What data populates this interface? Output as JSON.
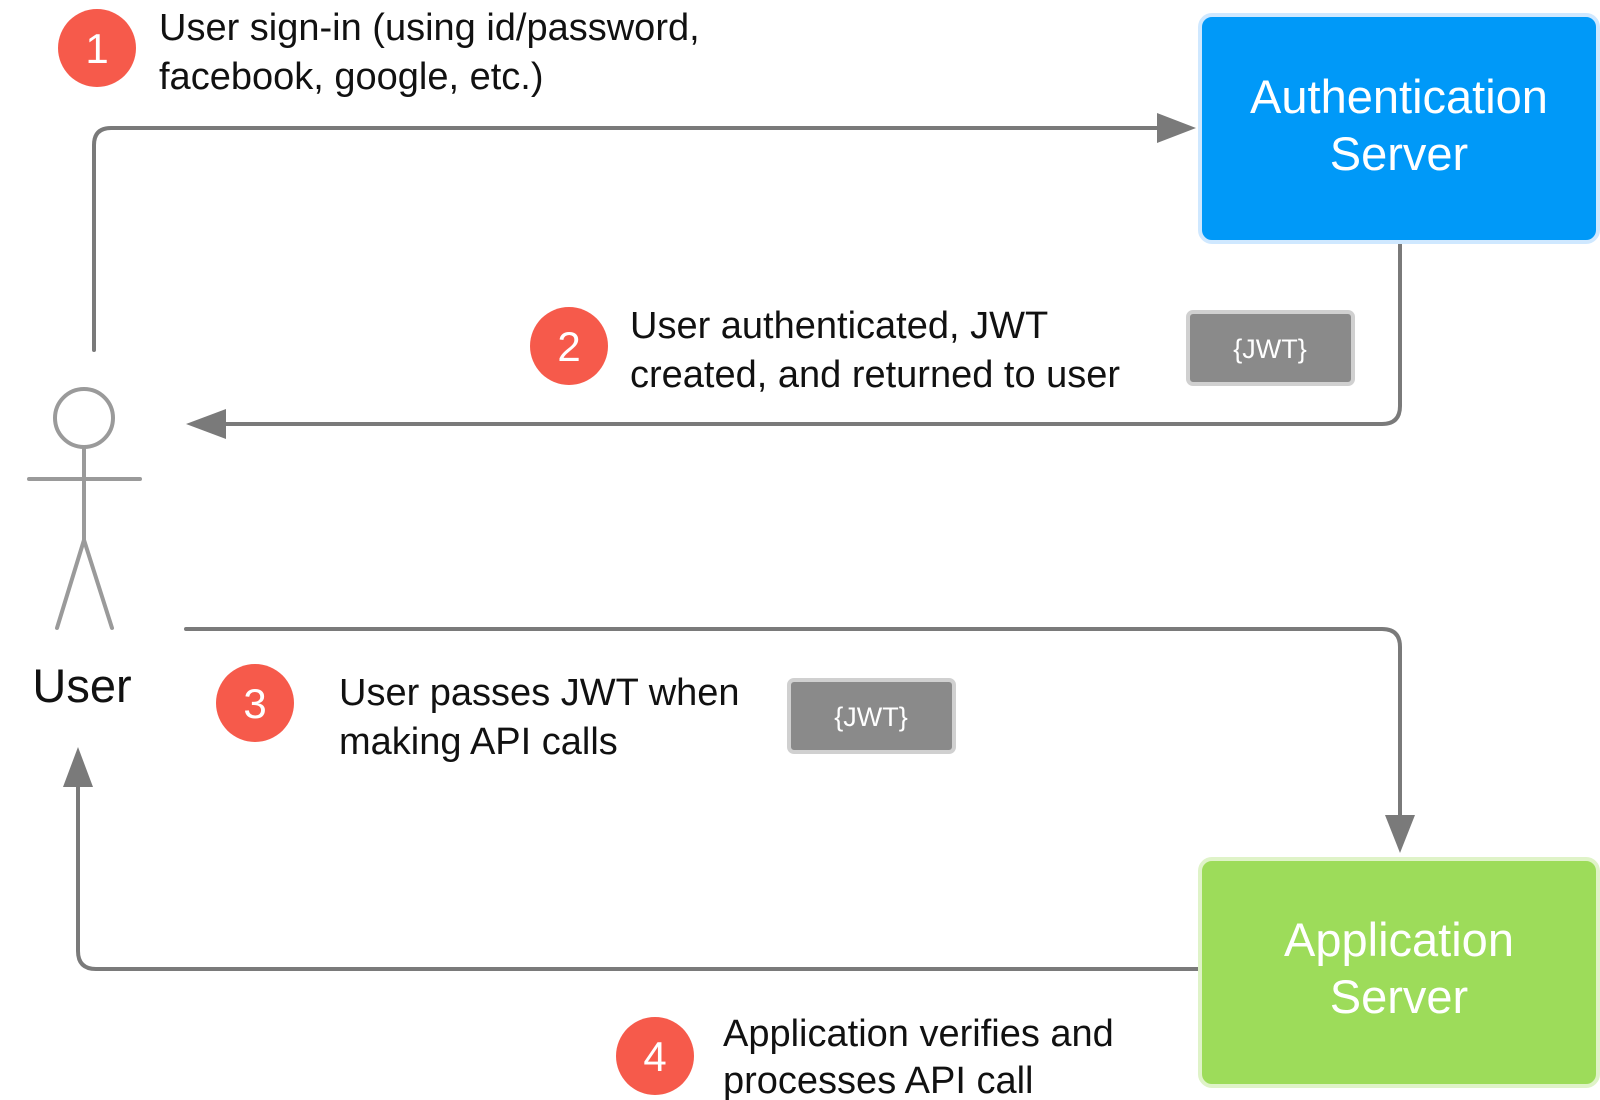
{
  "actor": {
    "label": "User"
  },
  "servers": {
    "auth": {
      "line1": "Authentication",
      "line2": "Server",
      "color": "#0099f8",
      "border": "#cfe8ff"
    },
    "app": {
      "line1": "Application",
      "line2": "Server",
      "color": "#9ddc5a",
      "border": "#dff3c8"
    }
  },
  "steps": [
    {
      "number": "1",
      "line1": "User sign-in (using id/password,",
      "line2": "facebook, google, etc.)"
    },
    {
      "number": "2",
      "line1": "User authenticated, JWT",
      "line2": "created, and returned to user"
    },
    {
      "number": "3",
      "line1": "User passes JWT when",
      "line2": "making API calls"
    },
    {
      "number": "4",
      "line1": "Application verifies and",
      "line2": "processes API call"
    }
  ],
  "tokens": [
    {
      "label": "{JWT}"
    },
    {
      "label": "{JWT}"
    }
  ],
  "colors": {
    "step_badge": "#f65a4b",
    "arrow": "#7a7a7a",
    "token": "#8a8a8a"
  }
}
